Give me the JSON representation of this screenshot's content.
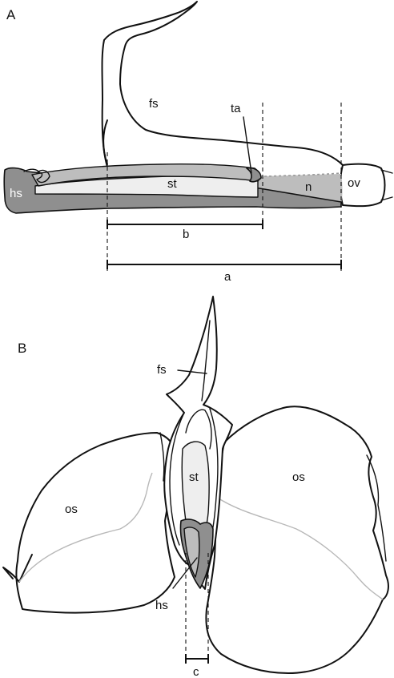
{
  "figure": {
    "panels": [
      {
        "letter": "A",
        "labels": {
          "fs": "fs",
          "ta": "ta",
          "st": "st",
          "hs": "hs",
          "n": "n",
          "ov": "ov"
        },
        "dimensions": {
          "a": "a",
          "b": "b"
        }
      },
      {
        "letter": "B",
        "labels": {
          "fs": "fs",
          "st": "st",
          "os_left": "os",
          "os_right": "os",
          "hs": "hs"
        },
        "dimensions": {
          "c": "c"
        }
      }
    ],
    "colors": {
      "line": "#111111",
      "dark_fill": "#8f8f8f",
      "mid_fill": "#bdbdbd",
      "light_fill": "#eeeeee",
      "background": "#ffffff"
    }
  }
}
